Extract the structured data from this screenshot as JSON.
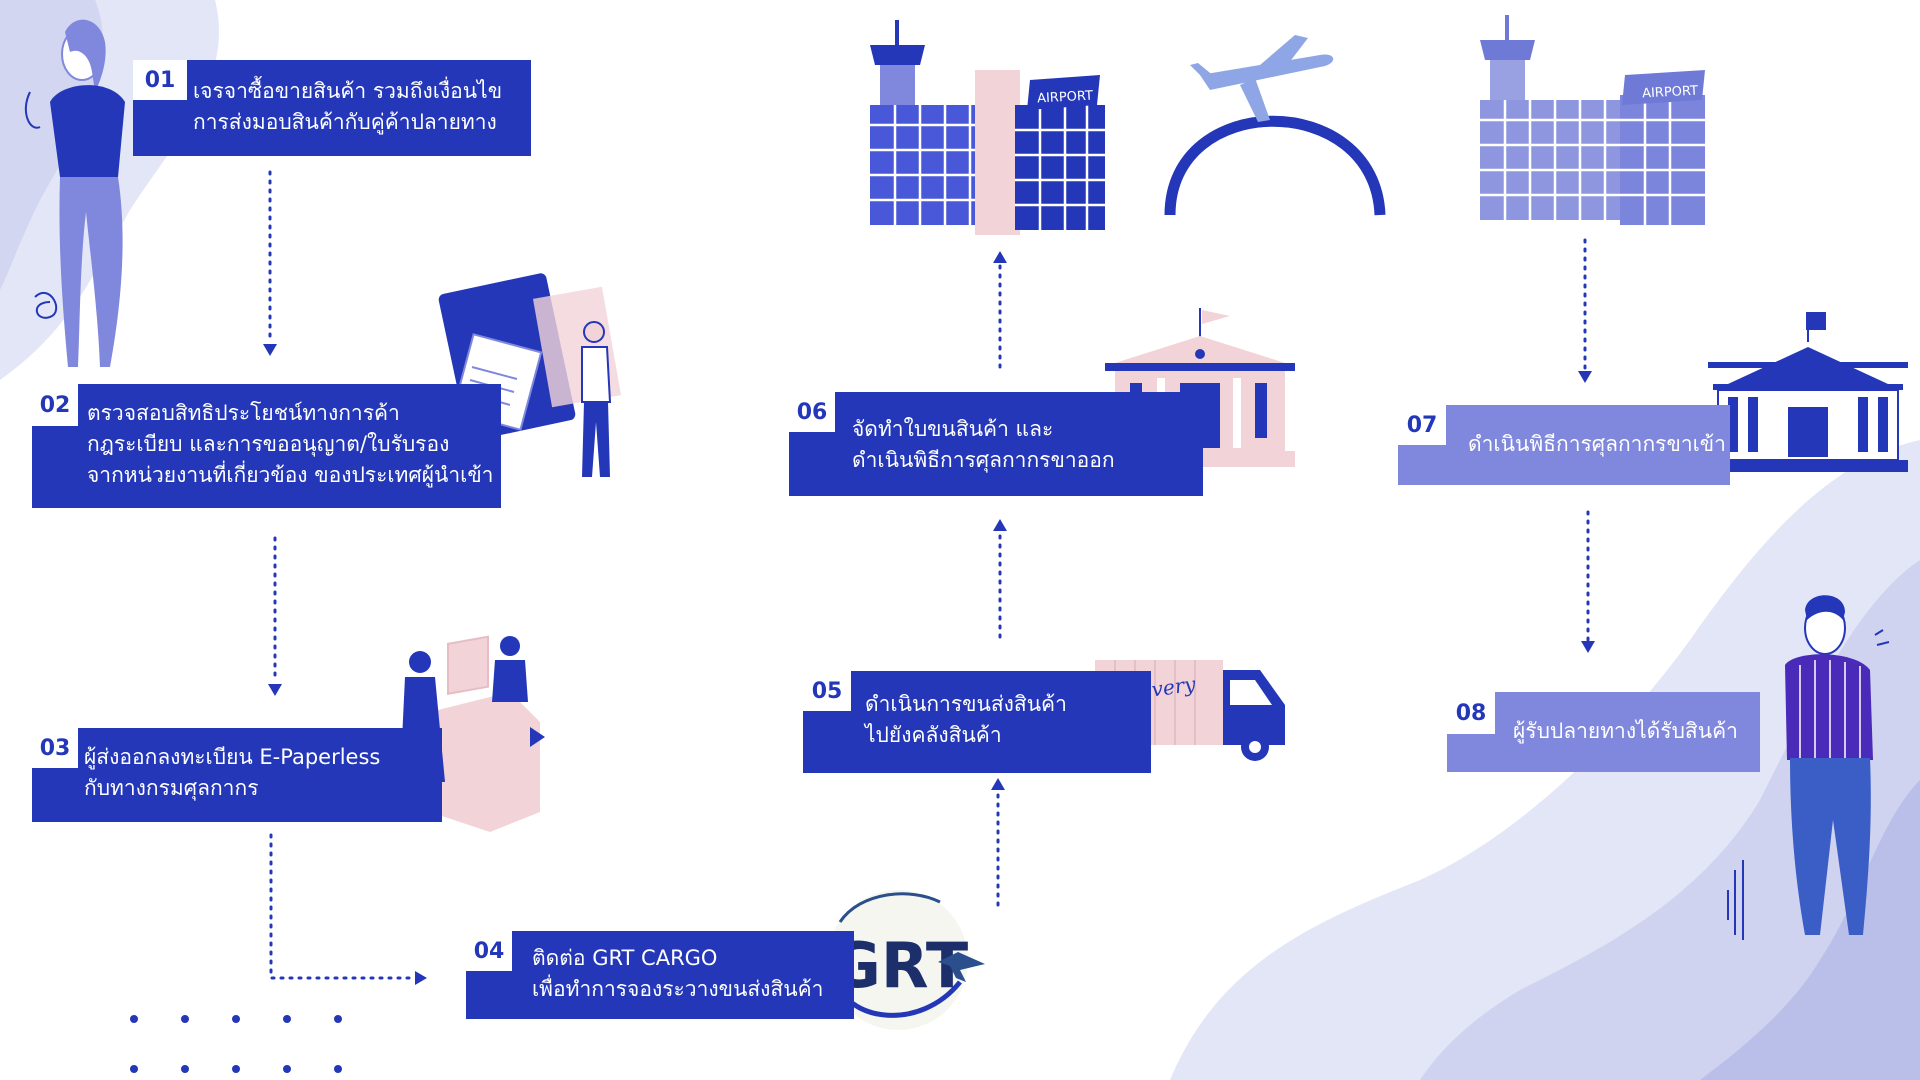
{
  "steps": [
    {
      "number": "01",
      "lines": [
        "เจรจาซื้อขายสินค้า รวมถึงเงื่อนไข",
        "การส่งมอบสินค้ากับคู่ค้าปลายทาง"
      ]
    },
    {
      "number": "02",
      "lines": [
        "ตรวจสอบสิทธิประโยชน์ทางการค้า",
        "กฎระเบียบ และการขออนุญาต/ใบรับรอง",
        "จากหน่วยงานที่เกี่ยวข้อง ของประเทศผู้นำเข้า"
      ]
    },
    {
      "number": "03",
      "lines": [
        "ผู้ส่งออกลงทะเบียน E-Paperless",
        "กับทางกรมศุลกากร"
      ]
    },
    {
      "number": "04",
      "lines": [
        "ติดต่อ GRT CARGO",
        "เพื่อทำการจองระวางขนส่งสินค้า"
      ]
    },
    {
      "number": "05",
      "lines": [
        "ดำเนินการขนส่งสินค้า",
        "ไปยังคลังสินค้า"
      ]
    },
    {
      "number": "06",
      "lines": [
        "จัดทำใบขนสินค้า และ",
        "ดำเนินพิธีการศุลกากรขาออก"
      ]
    },
    {
      "number": "07",
      "lines": [
        "ดำเนินพิธีการศุลกากรขาเข้า"
      ]
    },
    {
      "number": "08",
      "lines": [
        "ผู้รับปลายทางได้รับสินค้า"
      ]
    }
  ],
  "airport_sign_left": "AIRPORT",
  "airport_sign_right": "AIRPORT",
  "truck_label": "delivery",
  "logo_text": "GRT",
  "colors": {
    "primary": "#2337b8",
    "secondary": "#8088dd",
    "pale": "#f2d3d8",
    "bg_wave": "#e3e6f6"
  }
}
